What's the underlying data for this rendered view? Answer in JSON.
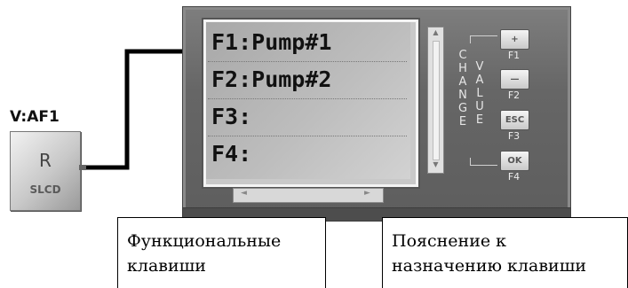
{
  "block": {
    "name": "V:AF1",
    "letter": "R",
    "type": "SLCD"
  },
  "display": {
    "lines": [
      "F1:Pump#1",
      "F2:Pump#2",
      "F3:",
      "F4:"
    ]
  },
  "controls": {
    "change_label": [
      "C",
      "H",
      "A",
      "N",
      "G",
      "E"
    ],
    "value_label": [
      "V",
      "A",
      "L",
      "U",
      "E"
    ],
    "keys": [
      {
        "glyph": "+",
        "label": "F1"
      },
      {
        "glyph": "—",
        "label": "F2"
      },
      {
        "glyph": "ESC",
        "label": "F3"
      },
      {
        "glyph": "OK",
        "label": "F4"
      }
    ],
    "vscroll_up": "▲",
    "vscroll_down": "▼",
    "hscroll_left": "◄",
    "hscroll_right": "►"
  },
  "callouts": {
    "left": [
      "Функциональные",
      "клавиши"
    ],
    "right": [
      "Пояснение к",
      "назначению клавиши"
    ]
  },
  "colors": {
    "panel": "#666666",
    "screen": "#bdbdbd",
    "text": "#111111"
  }
}
